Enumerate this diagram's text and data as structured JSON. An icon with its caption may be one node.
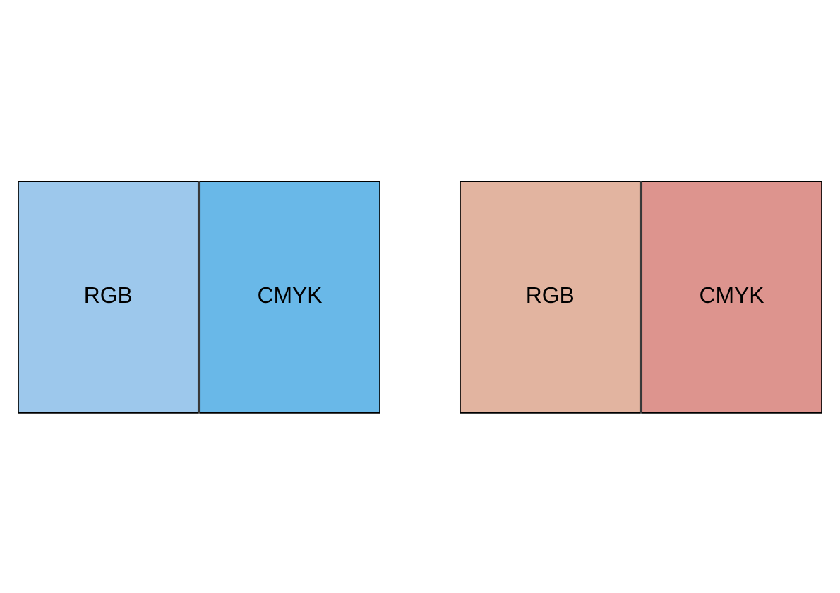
{
  "diagram": {
    "nodes": [
      {
        "text": [
          "RGB"
        ]
      },
      {
        "text": [
          "CMYK"
        ]
      },
      {
        "text": [
          "RGB"
        ]
      },
      {
        "text": [
          "CMYK"
        ]
      }
    ]
  }
}
